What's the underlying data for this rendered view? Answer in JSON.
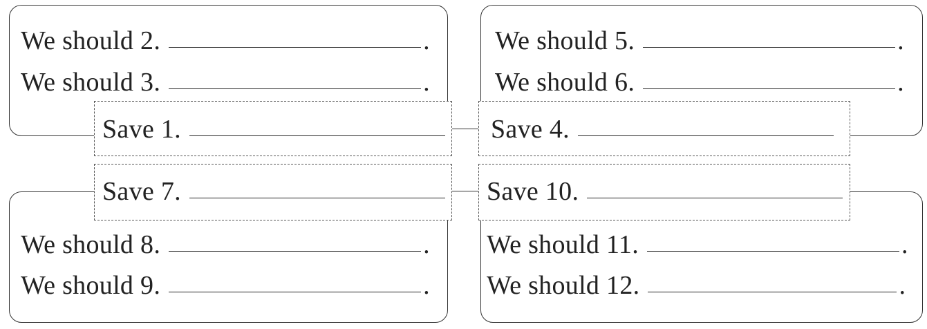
{
  "top_left": {
    "should_lines": [
      {
        "prefix": "We should 2.",
        "end": "."
      },
      {
        "prefix": "We should 3.",
        "end": "."
      }
    ],
    "save_line": {
      "prefix": "Save 1."
    }
  },
  "top_right": {
    "should_lines": [
      {
        "prefix": "We should 5.",
        "end": "."
      },
      {
        "prefix": "We should 6.",
        "end": "."
      }
    ],
    "save_line": {
      "prefix": "Save 4."
    }
  },
  "bottom_left": {
    "save_line": {
      "prefix": "Save 7."
    },
    "should_lines": [
      {
        "prefix": "We should 8.",
        "end": "."
      },
      {
        "prefix": "We should 9.",
        "end": "."
      }
    ]
  },
  "bottom_right": {
    "save_line": {
      "prefix": "Save 10."
    },
    "should_lines": [
      {
        "prefix": "We should 11.",
        "end": "."
      },
      {
        "prefix": "We should 12.",
        "end": "."
      }
    ]
  }
}
